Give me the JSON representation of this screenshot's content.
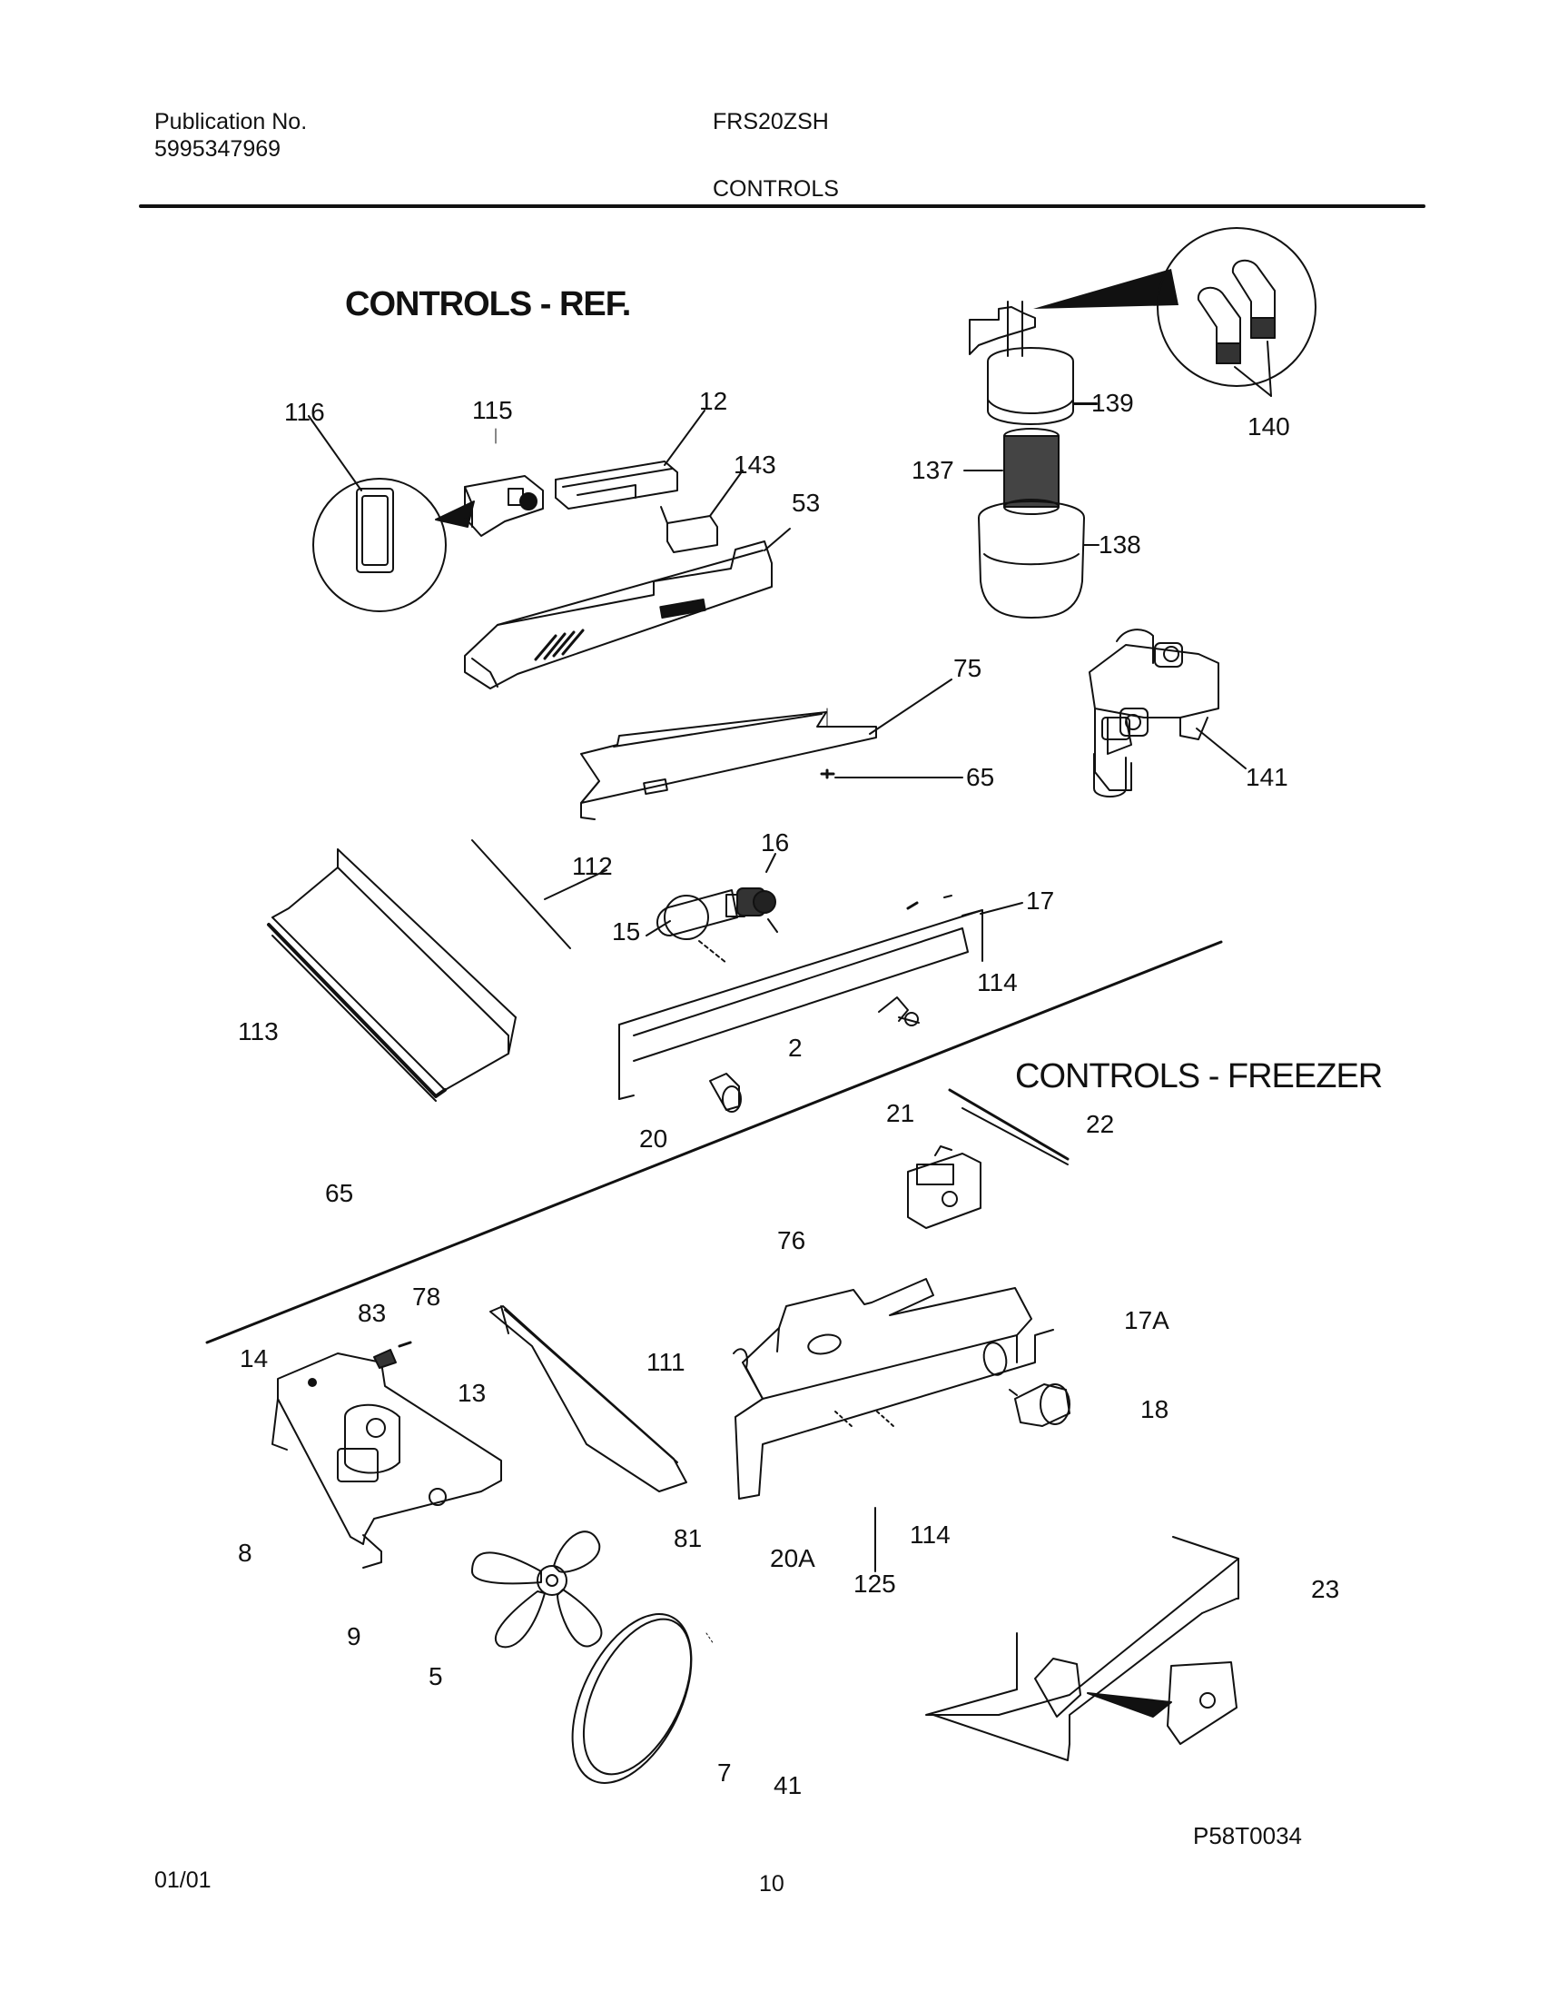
{
  "header": {
    "publication_label": "Publication No.",
    "publication_number": "5995347969",
    "model": "FRS20ZSH",
    "section": "CONTROLS"
  },
  "diagram": {
    "title_ref": "CONTROLS - REF.",
    "title_freezer": "CONTROLS - FREEZER",
    "figure_id": "P58T0034",
    "part_labels": {
      "p116": "116",
      "p115": "115",
      "p12": "12",
      "p143": "143",
      "p53": "53",
      "p139": "139",
      "p140": "140",
      "p137": "137",
      "p138": "138",
      "p75": "75",
      "p65a": "65",
      "p141": "141",
      "p16": "16",
      "p112": "112",
      "p15": "15",
      "p17": "17",
      "p114a": "114",
      "p113": "113",
      "p2": "2",
      "p21": "21",
      "p22": "22",
      "p20": "20",
      "p65b": "65",
      "p76": "76",
      "p83": "83",
      "p78": "78",
      "p17a": "17A",
      "p14": "14",
      "p111": "111",
      "p13": "13",
      "p18": "18",
      "p8": "8",
      "p81": "81",
      "p114b": "114",
      "p20a": "20A",
      "p125": "125",
      "p23": "23",
      "p9": "9",
      "p5": "5",
      "p7": "7",
      "p41": "41"
    }
  },
  "footer": {
    "date": "01/01",
    "page_number": "10"
  }
}
